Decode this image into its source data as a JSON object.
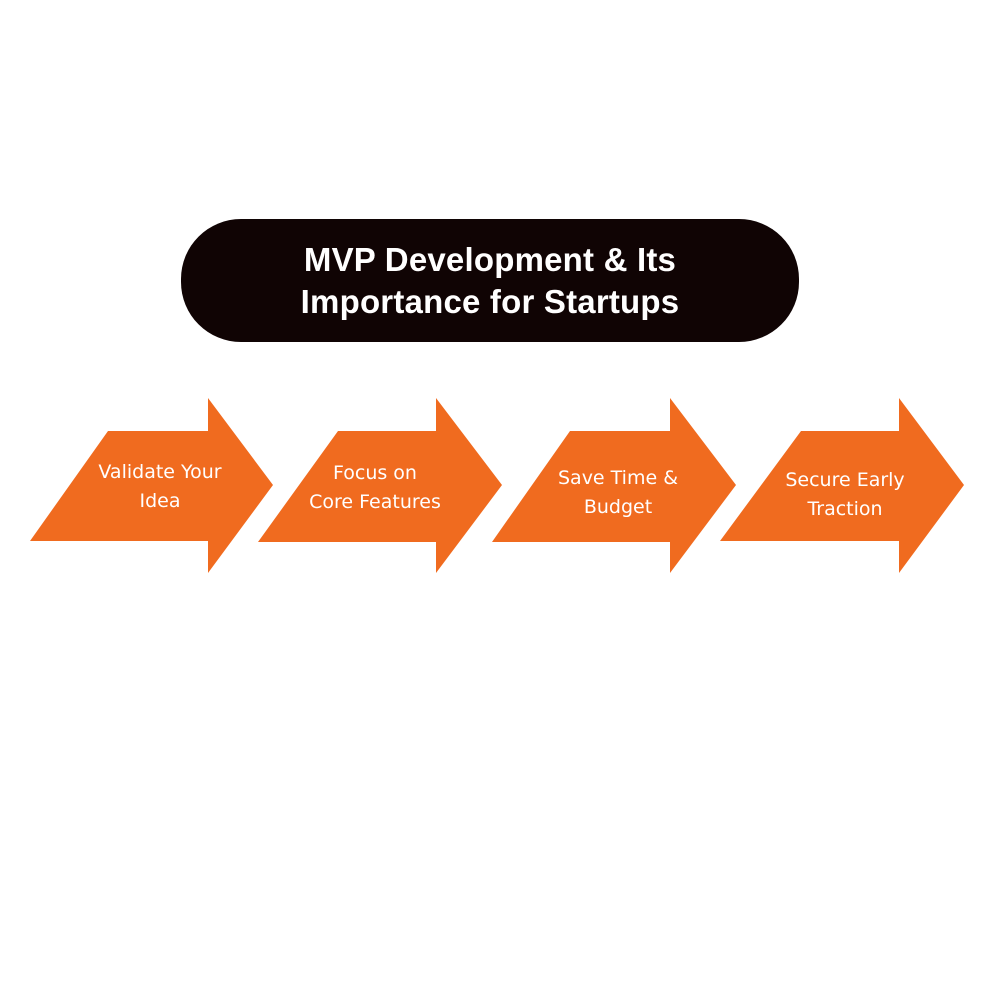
{
  "title": {
    "line1": "MVP Development & Its",
    "line2": "Importance for Startups",
    "background": "#100404",
    "text_color": "#ffffff"
  },
  "steps": [
    {
      "line1": "Validate Your",
      "line2": "Idea"
    },
    {
      "line1": "Focus on",
      "line2": "Core Features"
    },
    {
      "line1": "Save Time &",
      "line2": "Budget"
    },
    {
      "line1": "Secure Early",
      "line2": "Traction"
    }
  ],
  "colors": {
    "arrow": "#F06B1F",
    "background": "#ffffff"
  }
}
